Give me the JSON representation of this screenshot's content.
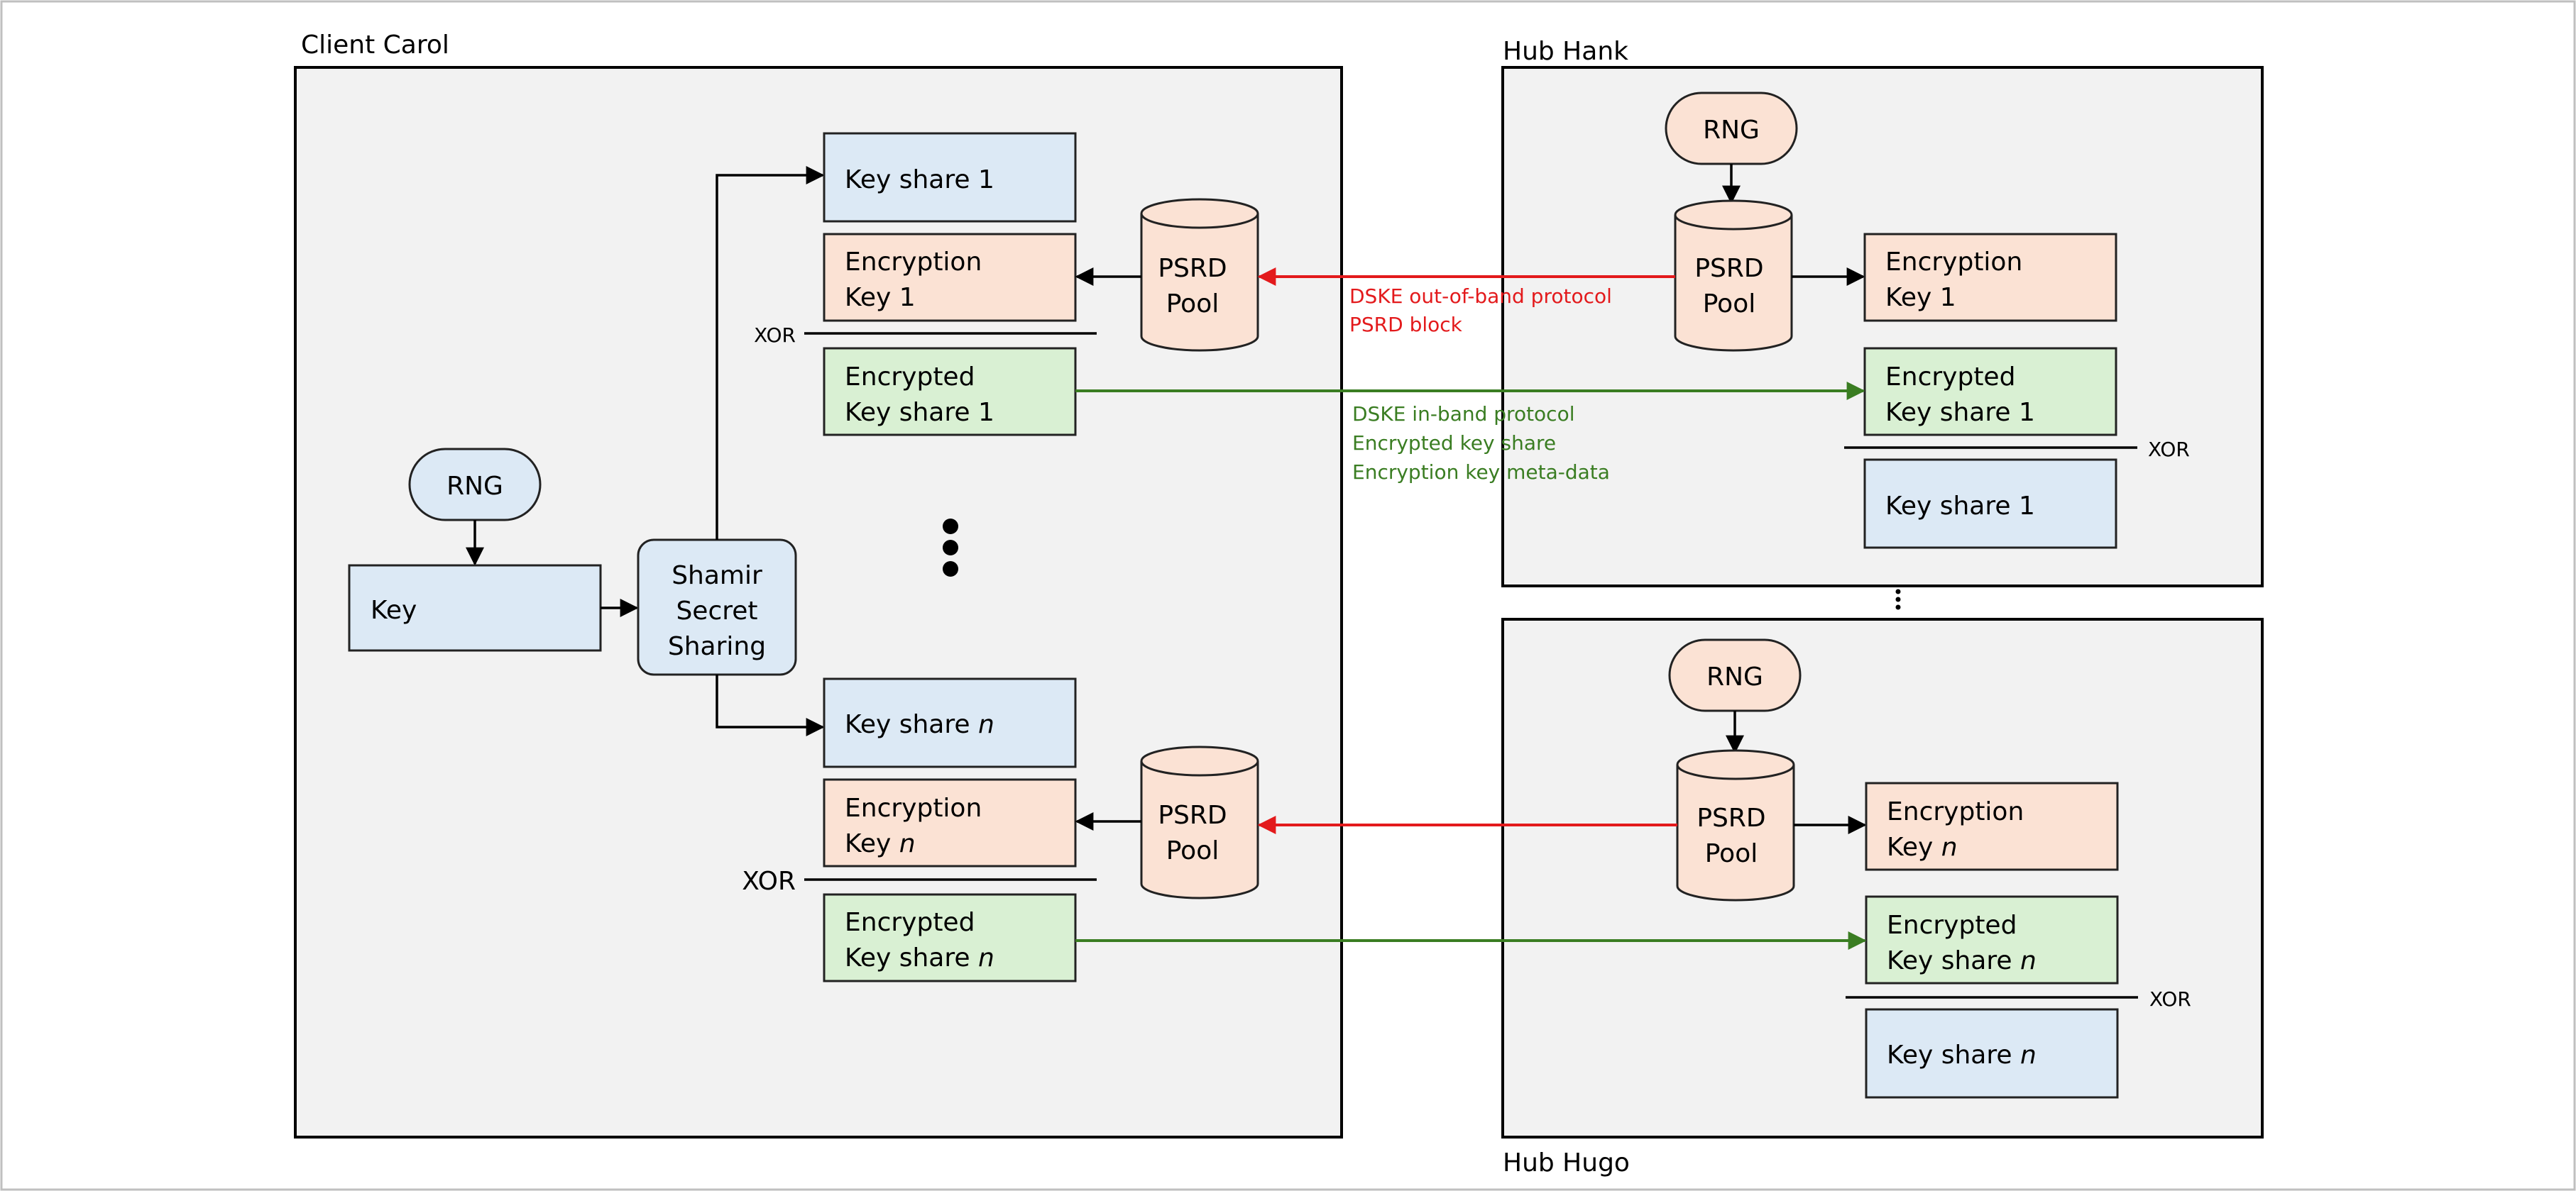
{
  "colors": {
    "key_blue": "#dce9f5",
    "enc_orange": "#fbe2d4",
    "encrypted_green": "#d9f0d3",
    "red_arrow": "#e31a1c",
    "green_arrow": "#3a7d22",
    "frame_fill": "#f2f2f2"
  },
  "containers": {
    "client": "Client Carol",
    "hub_top": "Hub Hank",
    "hub_bottom": "Hub Hugo"
  },
  "client": {
    "rng": "RNG",
    "key": "Key",
    "shamir": [
      "Shamir",
      "Secret",
      "Sharing"
    ],
    "ellipsis": "⋮",
    "share1": {
      "keyshare": "Key share 1",
      "enc_key": [
        "Encryption",
        "Key 1"
      ],
      "xor": "XOR",
      "encrypted": [
        "Encrypted",
        "Key share 1"
      ],
      "pool": [
        "PSRD",
        "Pool"
      ]
    },
    "sharen": {
      "keyshare_prefix": "Key share ",
      "n": "n",
      "enc_key_line1": "Encryption",
      "enc_key_prefix": "Key ",
      "xor": "XOR",
      "encrypted_line1": "Encrypted",
      "encrypted_prefix": "Key share ",
      "pool": [
        "PSRD",
        "Pool"
      ]
    }
  },
  "hub_top": {
    "rng": "RNG",
    "pool": [
      "PSRD",
      "Pool"
    ],
    "enc_key": [
      "Encryption",
      "Key 1"
    ],
    "encrypted": [
      "Encrypted",
      "Key share 1"
    ],
    "xor": "XOR",
    "keyshare": "Key share 1"
  },
  "hub_bottom": {
    "rng": "RNG",
    "pool": [
      "PSRD",
      "Pool"
    ],
    "enc_key_line1": "Encryption",
    "enc_key_prefix": "Key ",
    "n": "n",
    "encrypted_line1": "Encrypted",
    "encrypted_prefix": "Key share ",
    "xor": "XOR",
    "keyshare_prefix": "Key share "
  },
  "between_hubs_ellipsis": "⋮",
  "protocol": {
    "out_of_band": [
      "DSKE out-of-band protocol",
      "PSRD block"
    ],
    "in_band": [
      "DSKE in-band protocol",
      "Encrypted key share",
      "Encryption key meta-data"
    ]
  }
}
